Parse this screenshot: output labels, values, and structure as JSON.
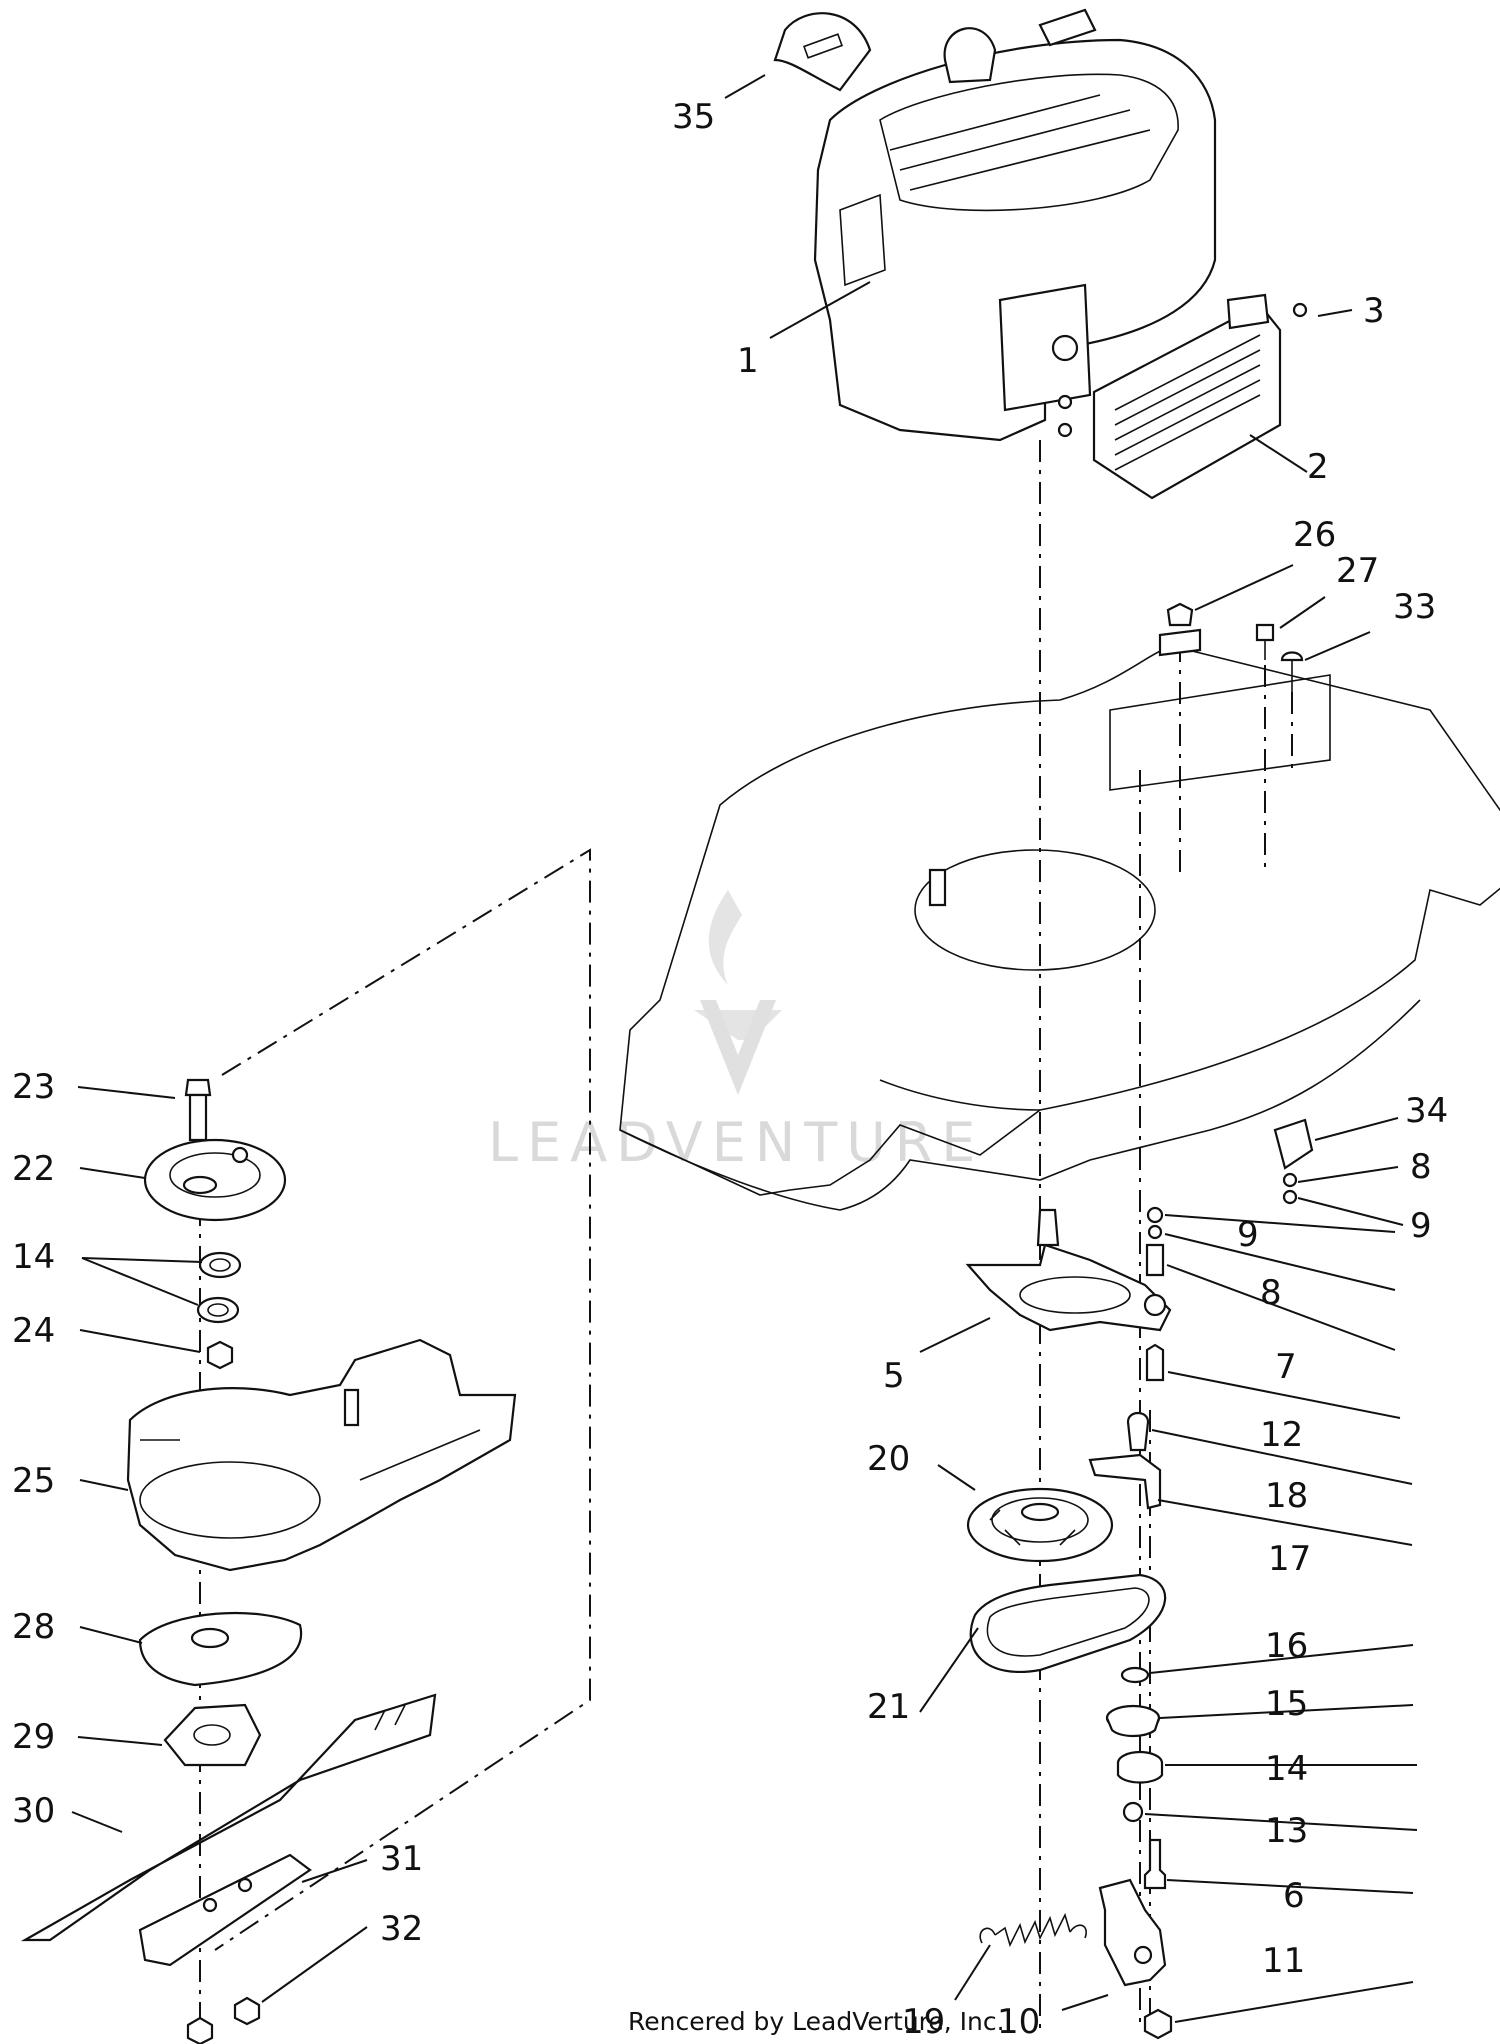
{
  "credit_text": "Rencered by LeadVerture, Inc.",
  "watermark_text": "LEADVENTURE",
  "callouts": [
    {
      "id": "35",
      "label": "35"
    },
    {
      "id": "1",
      "label": "1"
    },
    {
      "id": "3",
      "label": "3"
    },
    {
      "id": "2",
      "label": "2"
    },
    {
      "id": "26",
      "label": "26"
    },
    {
      "id": "27",
      "label": "27"
    },
    {
      "id": "33",
      "label": "33"
    },
    {
      "id": "23",
      "label": "23"
    },
    {
      "id": "22",
      "label": "22"
    },
    {
      "id": "14a",
      "label": "14"
    },
    {
      "id": "24",
      "label": "24"
    },
    {
      "id": "25",
      "label": "25"
    },
    {
      "id": "28",
      "label": "28"
    },
    {
      "id": "29",
      "label": "29"
    },
    {
      "id": "30",
      "label": "30"
    },
    {
      "id": "31",
      "label": "31"
    },
    {
      "id": "32",
      "label": "32"
    },
    {
      "id": "34",
      "label": "34"
    },
    {
      "id": "8a",
      "label": "8"
    },
    {
      "id": "9a",
      "label": "9"
    },
    {
      "id": "9b",
      "label": "9"
    },
    {
      "id": "8b",
      "label": "8"
    },
    {
      "id": "7",
      "label": "7"
    },
    {
      "id": "5",
      "label": "5"
    },
    {
      "id": "12",
      "label": "12"
    },
    {
      "id": "18",
      "label": "18"
    },
    {
      "id": "20",
      "label": "20"
    },
    {
      "id": "17",
      "label": "17"
    },
    {
      "id": "16",
      "label": "16"
    },
    {
      "id": "21",
      "label": "21"
    },
    {
      "id": "15",
      "label": "15"
    },
    {
      "id": "14b",
      "label": "14"
    },
    {
      "id": "13",
      "label": "13"
    },
    {
      "id": "6",
      "label": "6"
    },
    {
      "id": "19",
      "label": "19"
    },
    {
      "id": "10",
      "label": "10"
    },
    {
      "id": "11",
      "label": "11"
    }
  ]
}
